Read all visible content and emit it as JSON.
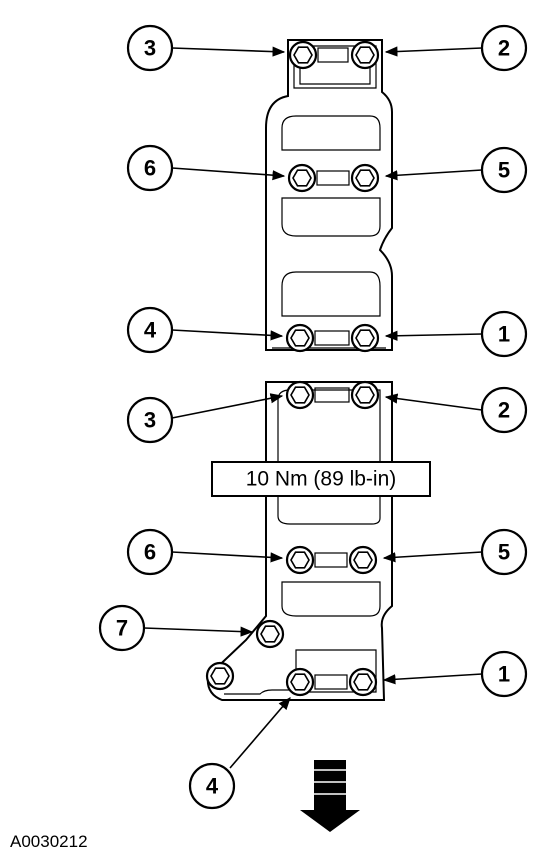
{
  "torque_label": "10 Nm (89 lb-in)",
  "figure_id": "A0030212",
  "callouts": {
    "upper_3": "3",
    "upper_2": "2",
    "upper_6": "6",
    "upper_5": "5",
    "upper_4": "4",
    "upper_1": "1",
    "lower_3": "3",
    "lower_2": "2",
    "lower_6": "6",
    "lower_5": "5",
    "lower_4": "4",
    "lower_1": "1",
    "lower_7": "7"
  }
}
